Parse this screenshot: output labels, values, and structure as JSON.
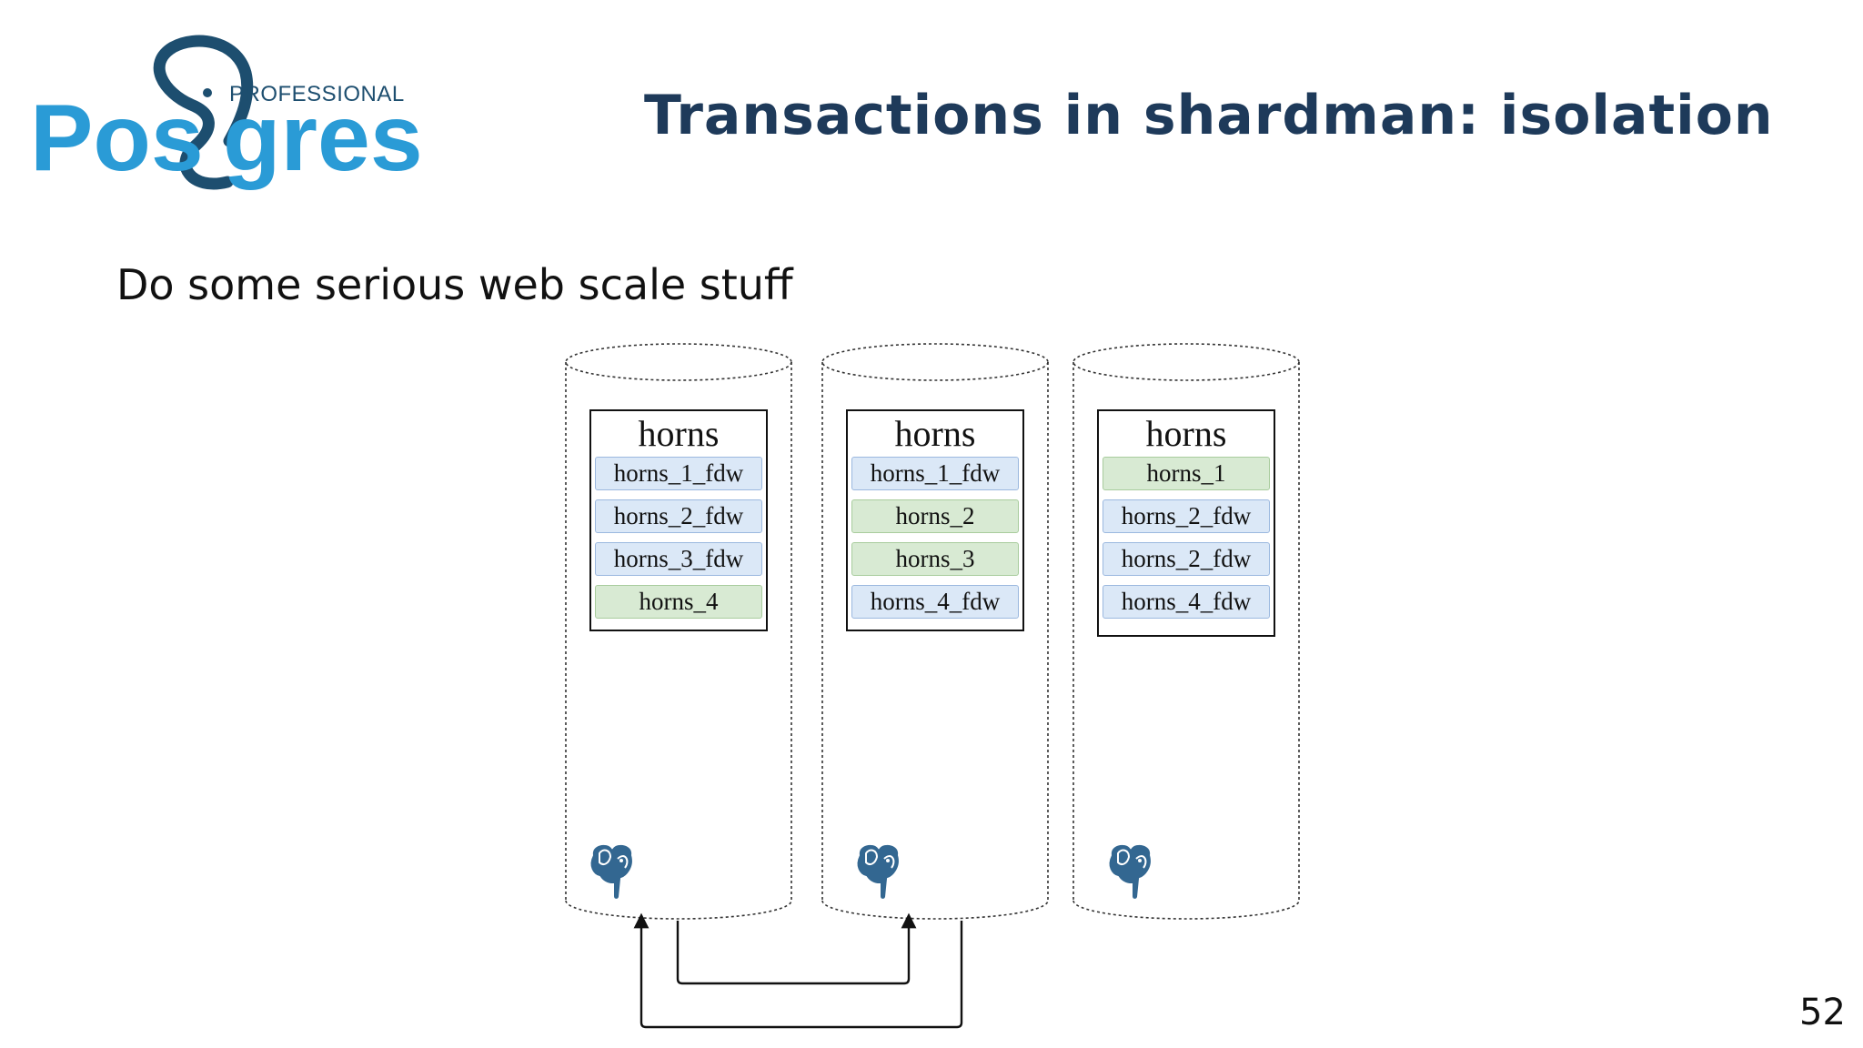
{
  "logo": {
    "professional": "PROFESSIONAL",
    "left": "Pos",
    "right": "gres"
  },
  "title": "Transactions in shardman: isolation",
  "subtitle": "Do some serious web scale stuff",
  "page_number": "52",
  "nodes": [
    {
      "table": "horns",
      "partitions": [
        {
          "label": "horns_1_fdw",
          "kind": "fdw"
        },
        {
          "label": "horns_2_fdw",
          "kind": "fdw"
        },
        {
          "label": "horns_3_fdw",
          "kind": "fdw"
        },
        {
          "label": "horns_4",
          "kind": "local"
        }
      ],
      "icon": "postgresql-elephant-icon"
    },
    {
      "table": "horns",
      "partitions": [
        {
          "label": "horns_1_fdw",
          "kind": "fdw"
        },
        {
          "label": "horns_2",
          "kind": "local"
        },
        {
          "label": "horns_3",
          "kind": "local"
        },
        {
          "label": "horns_4_fdw",
          "kind": "fdw"
        }
      ],
      "icon": "postgresql-elephant-icon"
    },
    {
      "table": "horns",
      "partitions": [
        {
          "label": "horns_1",
          "kind": "local"
        },
        {
          "label": "horns_2_fdw",
          "kind": "fdw"
        },
        {
          "label": "horns_2_fdw",
          "kind": "fdw"
        },
        {
          "label": "horns_4_fdw",
          "kind": "fdw"
        }
      ],
      "icon": "postgresql-elephant-icon"
    }
  ],
  "colors": {
    "title": "#1e3a5a",
    "logo_blue": "#2a9bd6",
    "logo_dark": "#1d4e6f",
    "fdw_fill": "#dbe8f7",
    "local_fill": "#d8ead3",
    "elephant": "#336791"
  }
}
